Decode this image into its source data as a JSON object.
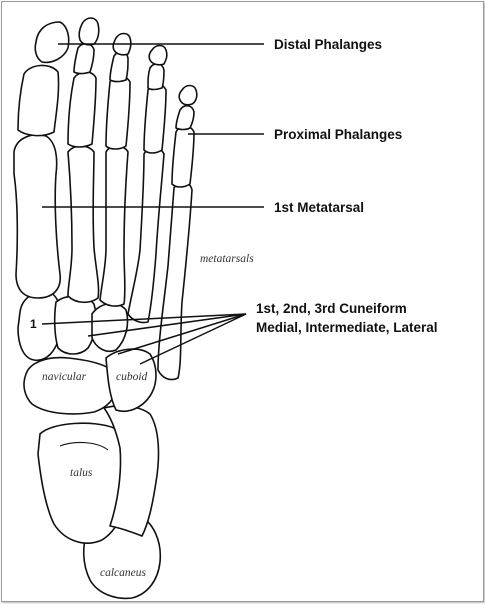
{
  "callouts": {
    "distal_phalanges": "Distal Phalanges",
    "proximal_phalanges": "Proximal Phalanges",
    "first_metatarsal": "1st Metatarsal",
    "cuneiform_line1": "1st, 2nd, 3rd Cuneiform",
    "cuneiform_line2": "Medial, Intermediate, Lateral"
  },
  "bone_labels": {
    "metatarsals": "metatarsals",
    "navicular": "navicular",
    "cuboid": "cuboid",
    "talus": "talus",
    "calcaneus": "calcaneus",
    "cuneiform_number": "1"
  }
}
